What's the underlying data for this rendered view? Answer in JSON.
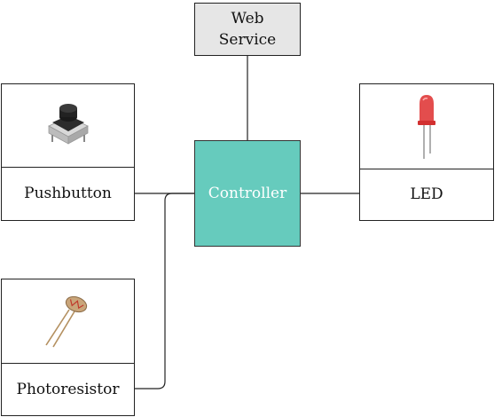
{
  "web_service": {
    "label_line1": "Web",
    "label_line2": "Service"
  },
  "controller": {
    "label": "Controller",
    "fill": "#66cbbd"
  },
  "pushbutton": {
    "label": "Pushbutton",
    "icon": "pushbutton-icon"
  },
  "led": {
    "label": "LED",
    "icon": "led-icon",
    "color": "#e03a3a"
  },
  "photoresistor": {
    "label": "Photoresistor",
    "icon": "photoresistor-icon"
  }
}
